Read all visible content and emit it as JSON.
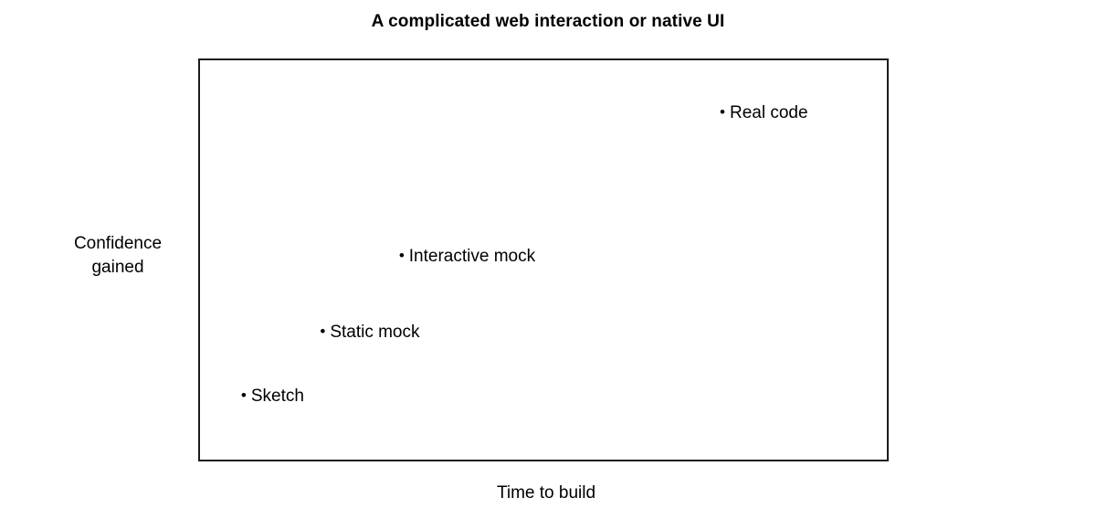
{
  "page": {
    "background_color": "#ffffff",
    "text_color": "#000000",
    "frame_color": "#1c1c1c"
  },
  "chart_data": {
    "type": "scatter",
    "title": "A complicated web interaction or native UI",
    "xlabel": "Time to build",
    "ylabel": "Confidence gained",
    "ylabel_lines": [
      "Confidence",
      "gained"
    ],
    "marker_glyph": "•",
    "axes": {
      "x_range": [
        0,
        1
      ],
      "y_range": [
        0,
        1
      ],
      "tick_labels": "none",
      "grid": false,
      "frame": "box"
    },
    "legend": "none",
    "points": [
      {
        "label": "Sketch",
        "x": 0.065,
        "y": 0.16
      },
      {
        "label": "Static mock",
        "x": 0.18,
        "y": 0.32
      },
      {
        "label": "Interactive mock",
        "x": 0.295,
        "y": 0.51
      },
      {
        "label": "Real code",
        "x": 0.762,
        "y": 0.87
      }
    ]
  }
}
